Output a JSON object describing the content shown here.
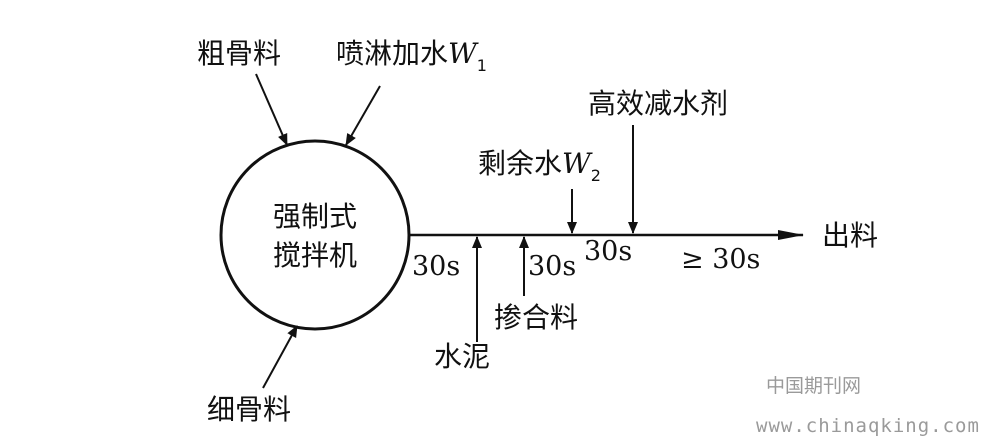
{
  "mixer": {
    "line1": "强制式",
    "line2": "搅拌机"
  },
  "inputs": {
    "coarse_aggregate": "粗骨料",
    "spray_water": "喷淋加水",
    "fine_aggregate": "细骨料",
    "cement": "水泥",
    "admixture": "掺合料",
    "remaining_water": "剩余水",
    "superplasticizer": "高效减水剂"
  },
  "symbols": {
    "w_letter": "W",
    "w1_sub": "1",
    "w2_sub": "2"
  },
  "times": {
    "t1": "30s",
    "t2": "30s",
    "t3": "30s",
    "t4": "≥ 30s"
  },
  "output": "出料",
  "watermark": {
    "site_cn": "中国期刊网",
    "site_url": "www.chinaqking.com"
  },
  "colors": {
    "ink": "#111111",
    "watermark": "#9a9a9a"
  }
}
